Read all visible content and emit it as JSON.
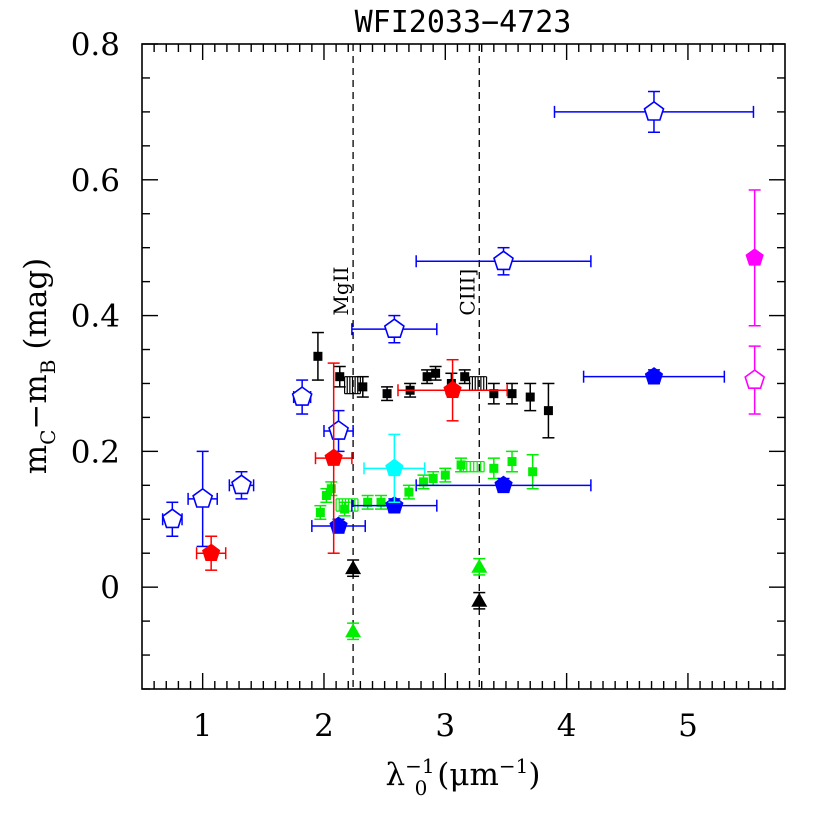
{
  "chart_data": {
    "type": "scatter",
    "title": "WFI2033−4723",
    "xlabel": {
      "main": "λ",
      "sub": "0",
      "sup": "−1",
      "unit": " (μm",
      "unit_sup": "−1",
      "close": ")"
    },
    "ylabel": {
      "m1": "m",
      "sub1": "C",
      "minus": "−m",
      "sub2": "B",
      "unit": " (mag)"
    },
    "xlim": [
      0.5,
      5.8
    ],
    "ylim": [
      -0.15,
      0.8
    ],
    "x_ticks": [
      {
        "v": 1,
        "label": "1"
      },
      {
        "v": 2,
        "label": "2"
      },
      {
        "v": 3,
        "label": "3"
      },
      {
        "v": 4,
        "label": "4"
      },
      {
        "v": 5,
        "label": "5"
      }
    ],
    "y_ticks": [
      {
        "v": 0,
        "label": "0"
      },
      {
        "v": 0.2,
        "label": "0.2"
      },
      {
        "v": 0.4,
        "label": "0.4"
      },
      {
        "v": 0.6,
        "label": "0.6"
      },
      {
        "v": 0.8,
        "label": "0.8"
      }
    ],
    "vlines": [
      {
        "x": 2.24,
        "label": "MgII"
      },
      {
        "x": 3.28,
        "label": "CIII]"
      }
    ],
    "colors": {
      "black": "#000000",
      "blue": "#0000ff",
      "red": "#ff0000",
      "green": "#00ee00",
      "cyan": "#00ffff",
      "magenta": "#ff00ff"
    },
    "series": [
      {
        "marker": "square",
        "color": "black",
        "points": [
          {
            "x": 1.95,
            "y": 0.34,
            "yerr": 0.035
          },
          {
            "x": 2.13,
            "y": 0.31,
            "yerr": 0.015
          },
          {
            "x": 2.32,
            "y": 0.295,
            "yerr": 0.015
          },
          {
            "x": 2.52,
            "y": 0.285,
            "yerr": 0.01
          },
          {
            "x": 2.71,
            "y": 0.29,
            "yerr": 0.01
          },
          {
            "x": 2.85,
            "y": 0.31,
            "yerr": 0.01
          },
          {
            "x": 2.92,
            "y": 0.315,
            "yerr": 0.01
          },
          {
            "x": 3.05,
            "y": 0.3,
            "yerr": 0.015
          },
          {
            "x": 3.16,
            "y": 0.31,
            "yerr": 0.01
          },
          {
            "x": 3.4,
            "y": 0.285,
            "yerr": 0.015
          },
          {
            "x": 3.55,
            "y": 0.285,
            "yerr": 0.015
          },
          {
            "x": 3.7,
            "y": 0.28,
            "yerr": 0.02
          },
          {
            "x": 3.85,
            "y": 0.26,
            "yerr": 0.04
          }
        ]
      },
      {
        "marker": "square",
        "color": "green",
        "points": [
          {
            "x": 1.97,
            "y": 0.11,
            "yerr": 0.01
          },
          {
            "x": 2.02,
            "y": 0.135,
            "yerr": 0.01
          },
          {
            "x": 2.06,
            "y": 0.145,
            "yerr": 0.01
          },
          {
            "x": 2.17,
            "y": 0.115,
            "yerr": 0.01
          },
          {
            "x": 2.36,
            "y": 0.125,
            "yerr": 0.01
          },
          {
            "x": 2.47,
            "y": 0.125,
            "yerr": 0.01
          },
          {
            "x": 2.7,
            "y": 0.14,
            "yerr": 0.01
          },
          {
            "x": 2.82,
            "y": 0.155,
            "yerr": 0.01
          },
          {
            "x": 2.9,
            "y": 0.16,
            "yerr": 0.01
          },
          {
            "x": 3.0,
            "y": 0.165,
            "yerr": 0.01
          },
          {
            "x": 3.13,
            "y": 0.18,
            "yerr": 0.01
          },
          {
            "x": 3.4,
            "y": 0.175,
            "yerr": 0.015
          },
          {
            "x": 3.55,
            "y": 0.185,
            "yerr": 0.015
          },
          {
            "x": 3.72,
            "y": 0.17,
            "yerr": 0.025
          }
        ]
      },
      {
        "marker": "pentagon-open",
        "color": "blue",
        "points": [
          {
            "x": 0.75,
            "y": 0.1,
            "xerr": 0.08,
            "yerr": 0.025
          },
          {
            "x": 1.0,
            "y": 0.13,
            "xerr": 0.12,
            "yerr": 0.07
          },
          {
            "x": 1.32,
            "y": 0.15,
            "xerr": 0.1,
            "yerr": 0.02
          },
          {
            "x": 1.82,
            "y": 0.28,
            "xerr": 0.07,
            "yerr": 0.025
          },
          {
            "x": 2.12,
            "y": 0.23,
            "xerr": 0.12,
            "yerr": 0.03
          },
          {
            "x": 2.58,
            "y": 0.38,
            "xerr": 0.35,
            "yerr": 0.02
          },
          {
            "x": 3.48,
            "y": 0.48,
            "xerr": 0.72,
            "yerr": 0.02
          },
          {
            "x": 4.72,
            "y": 0.7,
            "xerr": 0.82,
            "yerr": 0.03
          }
        ]
      },
      {
        "marker": "pentagon-filled",
        "color": "blue",
        "points": [
          {
            "x": 2.12,
            "y": 0.09,
            "xerr": 0.22,
            "yerr": 0.01
          },
          {
            "x": 2.58,
            "y": 0.12,
            "xerr": 0.35,
            "yerr": 0.01
          },
          {
            "x": 3.48,
            "y": 0.15,
            "xerr": 0.72,
            "yerr": 0.01
          },
          {
            "x": 4.72,
            "y": 0.31,
            "xerr": 0.58,
            "yerr": 0.01
          }
        ]
      },
      {
        "marker": "pentagon-filled",
        "color": "red",
        "points": [
          {
            "x": 1.07,
            "y": 0.05,
            "xerr": 0.12,
            "yerr": 0.025
          },
          {
            "x": 2.08,
            "y": 0.19,
            "xerr": 0.15,
            "yerr": 0.14
          },
          {
            "x": 3.06,
            "y": 0.29,
            "xerr": 0.45,
            "yerr": 0.045
          }
        ]
      },
      {
        "marker": "pentagon-filled",
        "color": "cyan",
        "points": [
          {
            "x": 2.58,
            "y": 0.175,
            "xerr": 0.25,
            "yerr": 0.05
          }
        ]
      },
      {
        "marker": "pentagon-filled",
        "color": "magenta",
        "points": [
          {
            "x": 5.55,
            "y": 0.485,
            "yerr": 0.1
          }
        ]
      },
      {
        "marker": "pentagon-open",
        "color": "magenta",
        "points": [
          {
            "x": 5.55,
            "y": 0.305,
            "yerr": 0.05
          }
        ]
      },
      {
        "marker": "triangle",
        "color": "black",
        "points": [
          {
            "x": 2.24,
            "y": 0.028,
            "yerr": 0.012
          },
          {
            "x": 3.28,
            "y": -0.02,
            "yerr": 0.012
          }
        ]
      },
      {
        "marker": "triangle",
        "color": "green",
        "points": [
          {
            "x": 2.24,
            "y": -0.065,
            "yerr": 0.012
          },
          {
            "x": 3.28,
            "y": 0.03,
            "yerr": 0.012
          }
        ]
      }
    ],
    "bands": [
      {
        "color": "black",
        "x1": 2.17,
        "x2": 2.3,
        "y_top": 0.31,
        "y_bottom": 0.285,
        "n": 6
      },
      {
        "color": "black",
        "x1": 3.2,
        "x2": 3.34,
        "y_top": 0.31,
        "y_bottom": 0.29,
        "n": 6
      },
      {
        "color": "green",
        "x1": 2.1,
        "x2": 2.28,
        "y_top": 0.13,
        "y_bottom": 0.112,
        "n": 7
      },
      {
        "color": "green",
        "x1": 3.12,
        "x2": 3.32,
        "y_top": 0.185,
        "y_bottom": 0.17,
        "n": 7
      }
    ]
  }
}
